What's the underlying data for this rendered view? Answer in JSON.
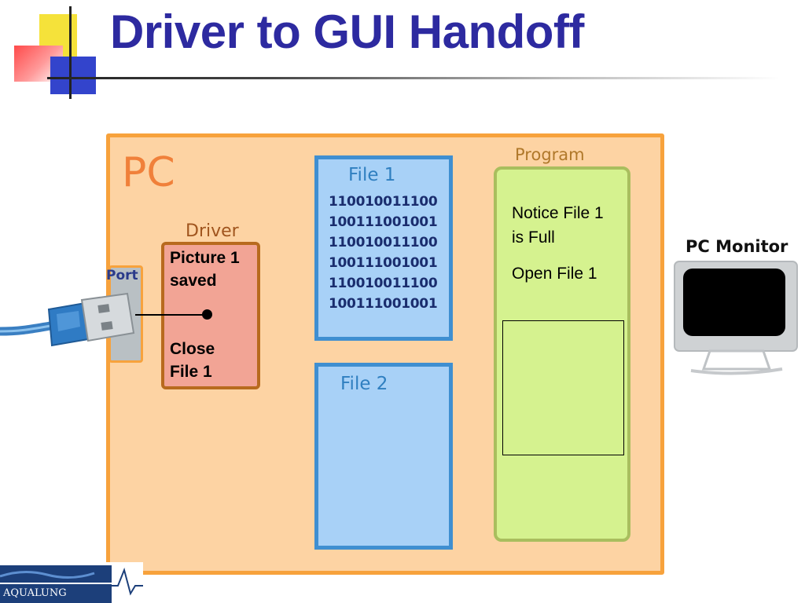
{
  "slide": {
    "title": "Driver to GUI Handoff"
  },
  "diagram": {
    "pc_label": "PC",
    "port_label": "Port",
    "driver": {
      "label": "Driver",
      "line1": "Picture 1",
      "line2": "saved",
      "line3": "Close",
      "line4": "File 1"
    },
    "file1": {
      "label": "File 1",
      "binary_rows": [
        "110010011100",
        "100111001001",
        "110010011100",
        "100111001001",
        "110010011100",
        "100111001001"
      ]
    },
    "file2": {
      "label": "File 2"
    },
    "program": {
      "label": "Program",
      "line1": "Notice File 1",
      "line2": "is Full",
      "line3": "Open File 1"
    },
    "monitor_label": "PC Monitor"
  },
  "logo": {
    "text": "AQUALUNG"
  },
  "colors": {
    "title": "#2d2aa0",
    "pc_fill": "#fdd3a3",
    "pc_border": "#f7a23c",
    "driver_fill": "#f2a495",
    "file_fill": "#a8d1f7",
    "program_fill": "#d5f28f"
  }
}
